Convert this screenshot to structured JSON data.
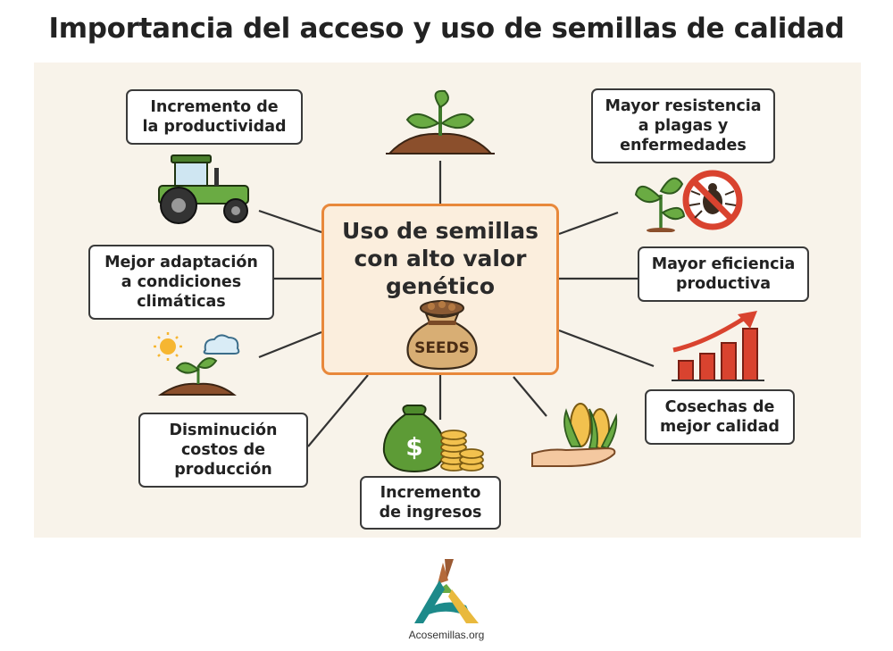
{
  "title": "Importancia del acceso y uso de semillas de calidad",
  "center": {
    "text": "Uso de semillas\ncon alto valor\ngenético",
    "bag_label": "SEEDS"
  },
  "benefits": [
    {
      "id": "productividad",
      "text": "Incremento de\nla productividad"
    },
    {
      "id": "resistencia",
      "text": "Mayor resistencia\na plagas y\nenfermedades"
    },
    {
      "id": "adaptacion",
      "text": "Mejor adaptación\na condiciones\nclimáticas"
    },
    {
      "id": "eficiencia",
      "text": "Mayor eficiencia\nproductiva"
    },
    {
      "id": "costos",
      "text": "Disminución\ncostos de\nproducción"
    },
    {
      "id": "ingresos",
      "text": "Incremento\nde ingresos"
    },
    {
      "id": "cosechas",
      "text": "Cosechas de\nmejor calidad"
    }
  ],
  "icons": [
    "sprout-icon",
    "tractor-icon",
    "no-pest-icon",
    "sun-cloud-sprout-icon",
    "growth-chart-icon",
    "money-coins-icon",
    "corn-hand-icon",
    "seed-bag-icon"
  ],
  "footer": {
    "logo_text": "Acosemillas.org"
  },
  "colors": {
    "center_border": "#e8883b",
    "center_fill": "#fbeedd",
    "panel": "#f8f3ea",
    "green": "#5c9a3a",
    "soil": "#9b5a33",
    "red": "#d9432f"
  }
}
